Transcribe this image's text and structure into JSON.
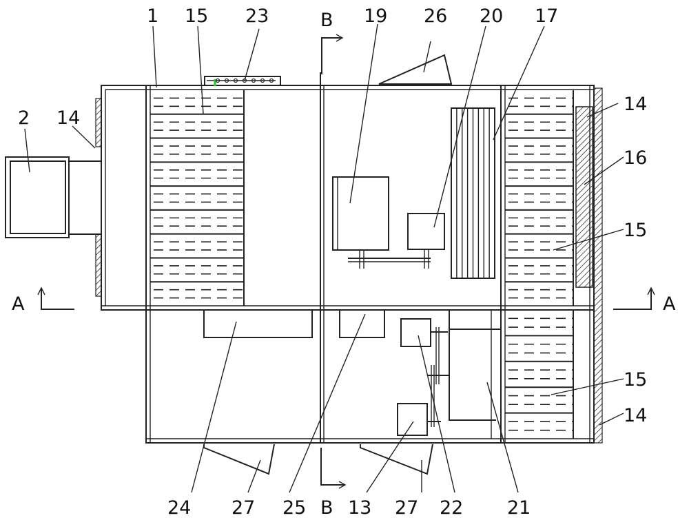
{
  "title": "Patent drawing — top plan view of equipment cabinet",
  "labels": {
    "l1": "1",
    "l15a": "15",
    "l23": "23",
    "lBtop": "B",
    "l19": "19",
    "l26": "26",
    "l20": "20",
    "l17": "17",
    "l14r": "14",
    "l16": "16",
    "l15b": "15",
    "lAr": "A",
    "l15c": "15",
    "l14b": "14",
    "l2": "2",
    "l14l": "14",
    "lAl": "A",
    "l24": "24",
    "l27a": "27",
    "l25": "25",
    "l13": "13",
    "l27b": "27",
    "l22": "22",
    "l21": "21",
    "lBbot": "B"
  },
  "colors": {
    "line": "#222222",
    "indicator": "#22cc22"
  }
}
